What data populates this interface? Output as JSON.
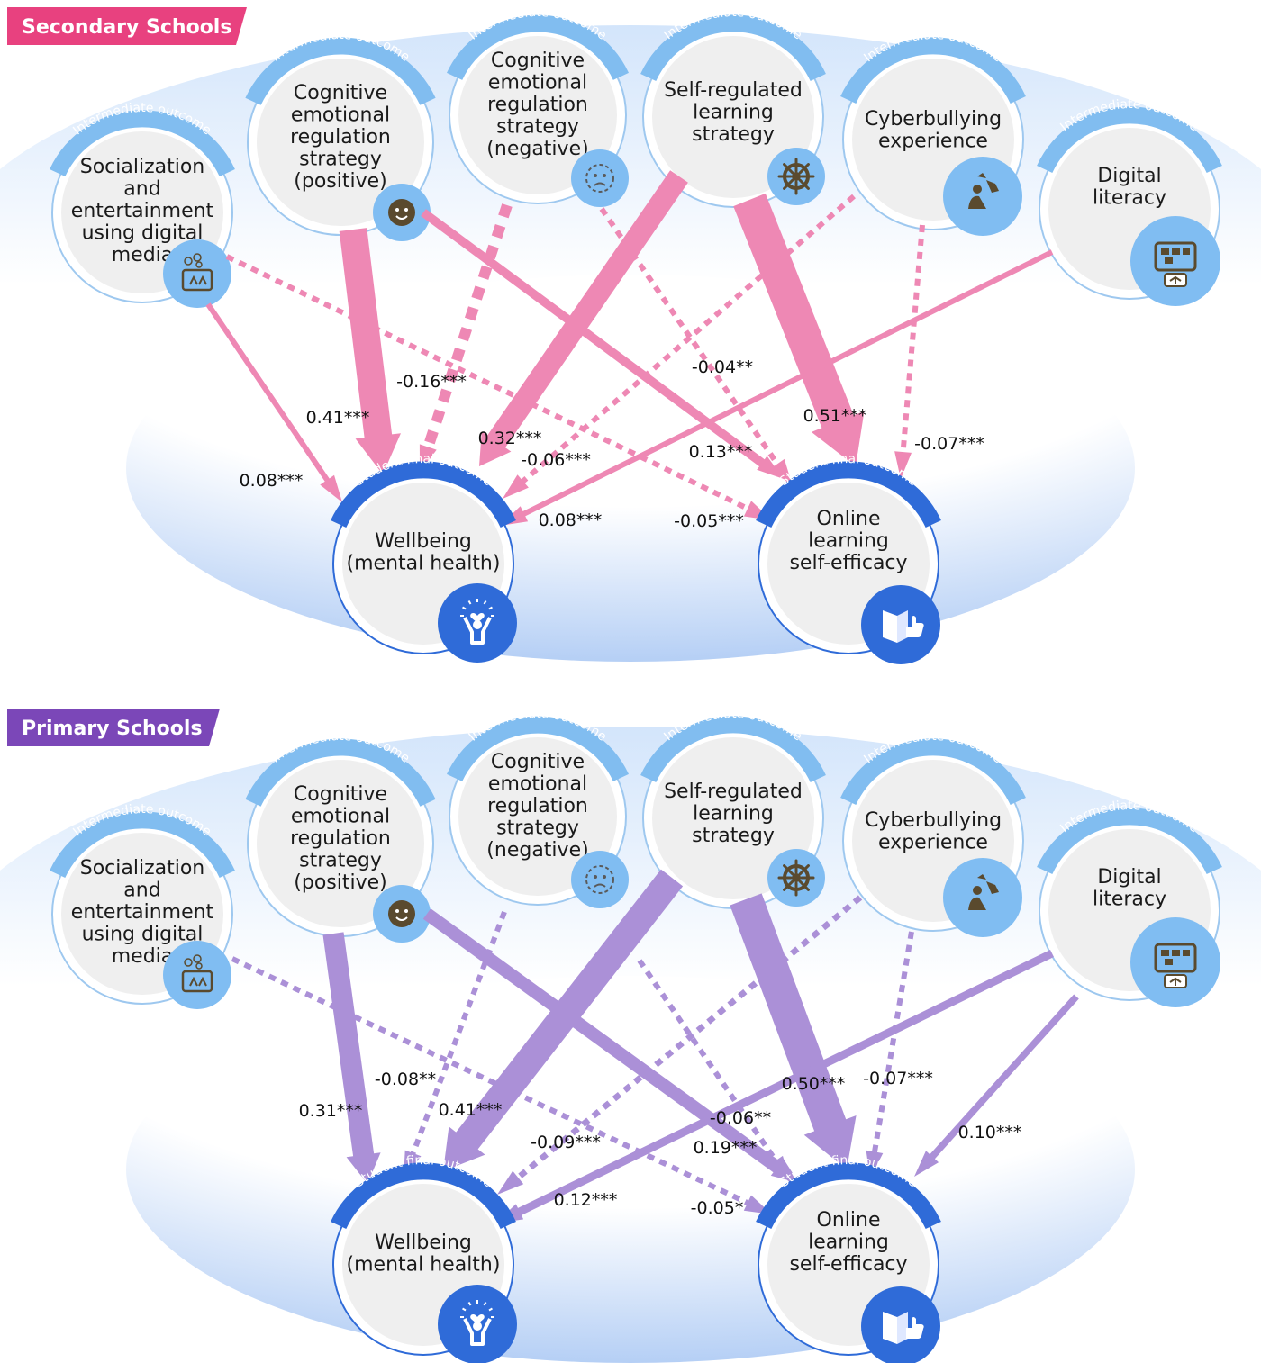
{
  "labels": {
    "intermediate": "Intermediate outcome",
    "final": "Student final outcome"
  },
  "nodes": {
    "social": [
      "Socialization",
      "and",
      "entertainment",
      "using digital",
      "media"
    ],
    "cog_pos": [
      "Cognitive",
      "emotional",
      "regulation",
      "strategy",
      "(positive)"
    ],
    "cog_neg": [
      "Cognitive",
      "emotional",
      "regulation",
      "strategy",
      "(negative)"
    ],
    "srl": [
      "Self-regulated",
      "learning",
      "strategy"
    ],
    "cyber": [
      "Cyberbullying",
      "experience"
    ],
    "digital": [
      "Digital",
      "literacy"
    ],
    "wellbeing": [
      "Wellbeing",
      "(mental health)"
    ],
    "online": [
      "Online",
      "learning",
      "self-efficacy"
    ]
  },
  "icons": {
    "social": "social-media-tablet-icon",
    "cog_pos": "smiling-face-icon",
    "cog_neg": "angry-face-icon",
    "srl": "ship-wheel-icon",
    "cyber": "cyberbullying-icon",
    "digital": "digital-literacy-screen-icon",
    "wellbeing": "happy-person-heart-icon",
    "online": "book-thumbs-up-icon"
  },
  "colors": {
    "secondary_accent": "#e8417f",
    "secondary_arrow": "#ee88b4",
    "primary_accent": "#7b47b8",
    "primary_arrow": "#ab90d7",
    "intermediate_band": "#81bdf0",
    "final_band": "#2f6bd8",
    "icon_light": "#80bdf2",
    "icon_dark": "#2f6bd8",
    "node_fill": "#efefef"
  },
  "panels": [
    {
      "title": "Secondary Schools",
      "paths": [
        {
          "from": "social",
          "to": "wellbeing",
          "coef": "0.08***",
          "value": 0.08,
          "sign": "positive"
        },
        {
          "from": "social",
          "to": "online",
          "coef": "-0.05***",
          "value": -0.05,
          "sign": "negative"
        },
        {
          "from": "cog_pos",
          "to": "wellbeing",
          "coef": "0.41***",
          "value": 0.41,
          "sign": "positive"
        },
        {
          "from": "cog_pos",
          "to": "online",
          "coef": "0.13***",
          "value": 0.13,
          "sign": "positive"
        },
        {
          "from": "cog_neg",
          "to": "wellbeing",
          "coef": "-0.16***",
          "value": -0.16,
          "sign": "negative"
        },
        {
          "from": "cog_neg",
          "to": "online",
          "coef": "-0.04**",
          "value": -0.04,
          "sign": "negative"
        },
        {
          "from": "srl",
          "to": "wellbeing",
          "coef": "0.32***",
          "value": 0.32,
          "sign": "positive"
        },
        {
          "from": "srl",
          "to": "online",
          "coef": "0.51***",
          "value": 0.51,
          "sign": "positive"
        },
        {
          "from": "cyber",
          "to": "wellbeing",
          "coef": "-0.06***",
          "value": -0.06,
          "sign": "negative"
        },
        {
          "from": "cyber",
          "to": "online",
          "coef": "-0.07***",
          "value": -0.07,
          "sign": "negative"
        },
        {
          "from": "digital",
          "to": "wellbeing",
          "coef": "0.08***",
          "value": 0.08,
          "sign": "positive"
        }
      ]
    },
    {
      "title": "Primary Schools",
      "paths": [
        {
          "from": "social",
          "to": "online",
          "coef": "-0.05*",
          "value": -0.05,
          "sign": "negative"
        },
        {
          "from": "cog_pos",
          "to": "wellbeing",
          "coef": "0.31***",
          "value": 0.31,
          "sign": "positive"
        },
        {
          "from": "cog_pos",
          "to": "online",
          "coef": "0.19***",
          "value": 0.19,
          "sign": "positive"
        },
        {
          "from": "cog_neg",
          "to": "wellbeing",
          "coef": "-0.08**",
          "value": -0.08,
          "sign": "negative"
        },
        {
          "from": "cog_neg",
          "to": "online",
          "coef": "-0.06**",
          "value": -0.06,
          "sign": "negative"
        },
        {
          "from": "srl",
          "to": "wellbeing",
          "coef": "0.41***",
          "value": 0.41,
          "sign": "positive"
        },
        {
          "from": "srl",
          "to": "online",
          "coef": "0.50***",
          "value": 0.5,
          "sign": "positive"
        },
        {
          "from": "cyber",
          "to": "wellbeing",
          "coef": "-0.09***",
          "value": -0.09,
          "sign": "negative"
        },
        {
          "from": "cyber",
          "to": "online",
          "coef": "-0.07***",
          "value": -0.07,
          "sign": "negative"
        },
        {
          "from": "digital",
          "to": "wellbeing",
          "coef": "0.12***",
          "value": 0.12,
          "sign": "positive"
        },
        {
          "from": "digital",
          "to": "online",
          "coef": "0.10***",
          "value": 0.1,
          "sign": "positive"
        }
      ]
    }
  ]
}
